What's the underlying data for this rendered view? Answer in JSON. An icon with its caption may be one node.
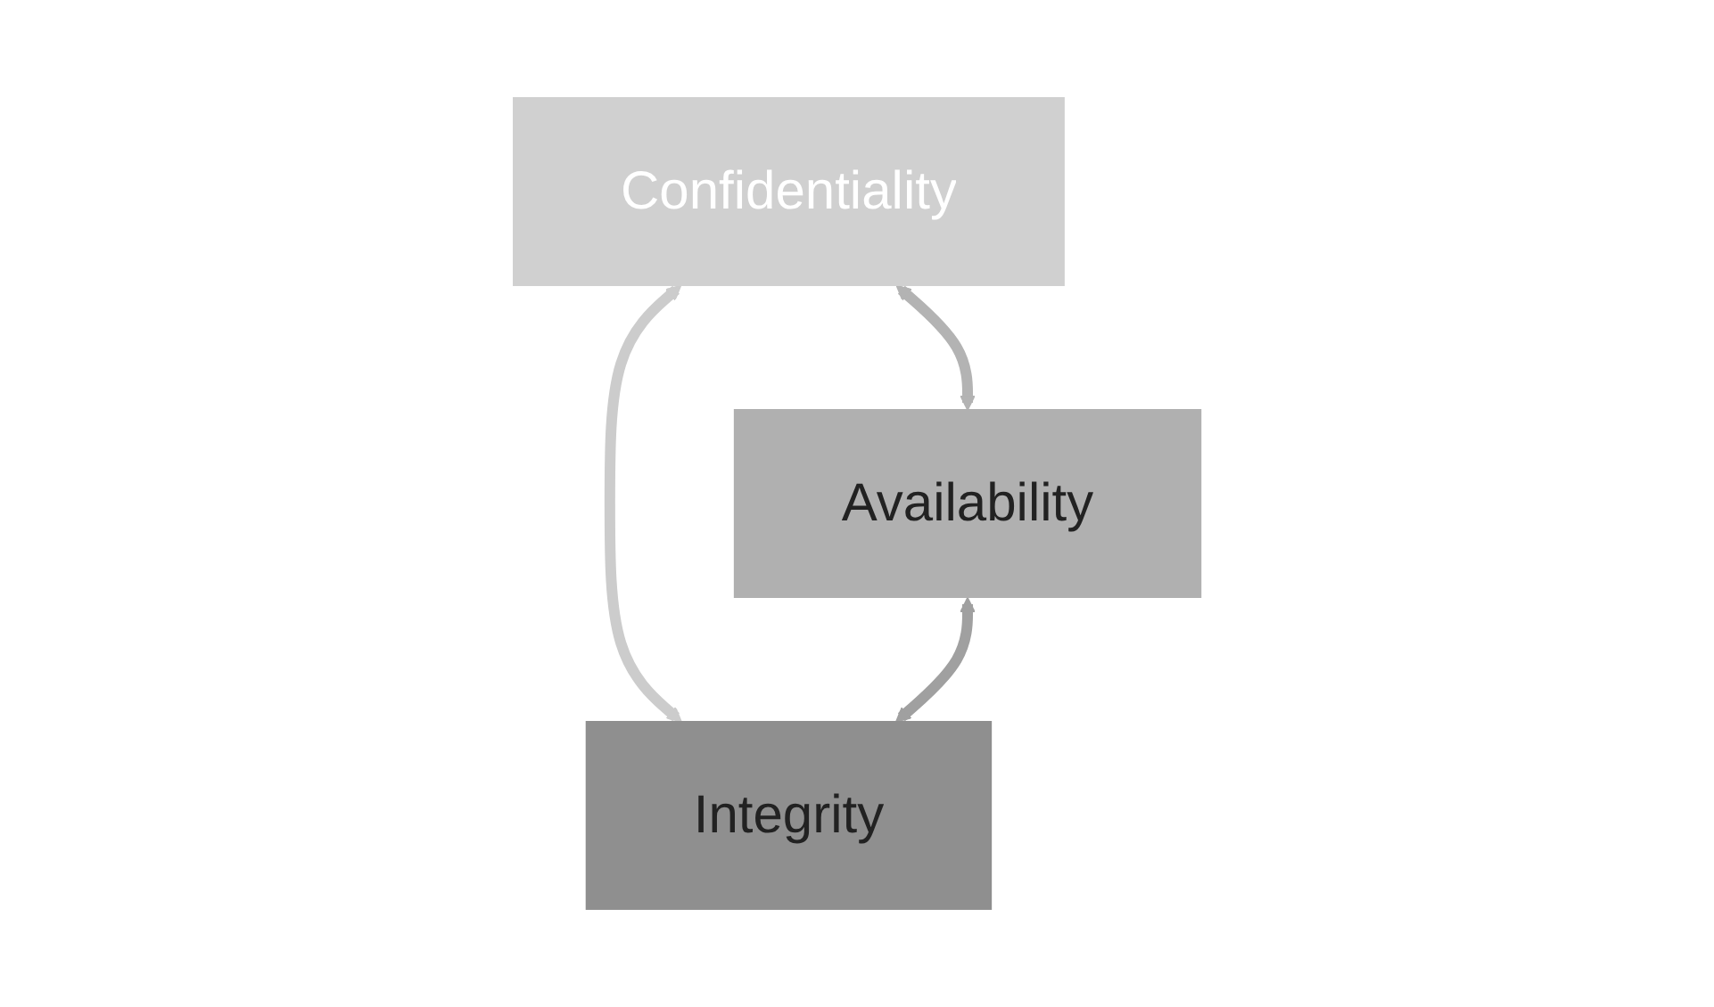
{
  "diagram": {
    "nodes": [
      {
        "text": [
          "Confidentiality"
        ]
      },
      {
        "text": [
          "Availability"
        ]
      },
      {
        "text": [
          "Integrity"
        ]
      }
    ],
    "edges": [
      {
        "from": 0,
        "to": 1,
        "arrow": "both",
        "color": "#b3b3b3"
      },
      {
        "from": 0,
        "to": 2,
        "arrow": "both",
        "color": "#cccccc"
      },
      {
        "from": 1,
        "to": 2,
        "arrow": "both",
        "color": "#a0a0a0"
      }
    ]
  }
}
